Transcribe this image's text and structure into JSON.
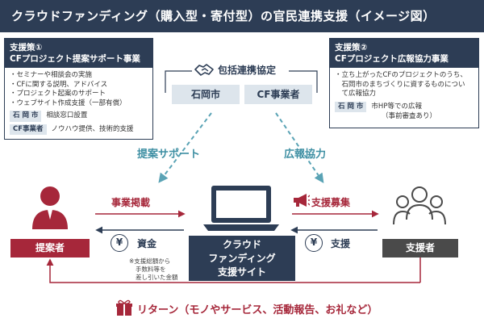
{
  "title": "クラウドファンディング（購入型・寄付型）の官民連携支援（イメージ図）",
  "left_box": {
    "head_line1": "支援策①",
    "head_line2": "CFプロジェクト提案サポート事業",
    "bullets": [
      "・セミナーや相談会の実施",
      "・CFに関する説明、アドバイス",
      "・プロジェクト起案のサポート",
      "・ウェブサイト作成支援（一部有償）"
    ],
    "rows": [
      {
        "tag": "石 岡 市",
        "text": "相談窓口設置"
      },
      {
        "tag": "CF事業者",
        "text": "ノウハウ提供、技術的支援"
      }
    ]
  },
  "right_box": {
    "head_line1": "支援策②",
    "head_line2": "CFプロジェクト広報協力事業",
    "bullets": [
      "・立ち上がったCFのプロジェクトのうち、",
      "　石岡市のまちづくりに資するものについ",
      "　て広報協力"
    ],
    "tag": "石 岡 市",
    "text1": "市HP等での広報",
    "text2": "（事前審査あり）"
  },
  "center": {
    "agreement": "包括連携協定",
    "city": "石岡市",
    "operator": "CF事業者"
  },
  "labels": {
    "proposal_support": "提案サポート",
    "pr_cooperation": "広報協力",
    "project_listing": "事業掲載",
    "recruit_support": "支援募集",
    "funds": "資金",
    "support": "支援",
    "note1": "※支援総額から",
    "note2": "手数料等を",
    "note3": "差し引いた金額",
    "return": "リターン（モノやサービス、活動報告、お礼など）"
  },
  "nodes": {
    "proposer": "提案者",
    "supporter": "支援者",
    "site_line1": "クラウド",
    "site_line2": "ファンディング",
    "site_line3": "支援サイト"
  },
  "colors": {
    "navy": "#2d3d55",
    "red": "#a6273a",
    "teal": "#3e8fa3",
    "pale": "#dde5ec"
  }
}
